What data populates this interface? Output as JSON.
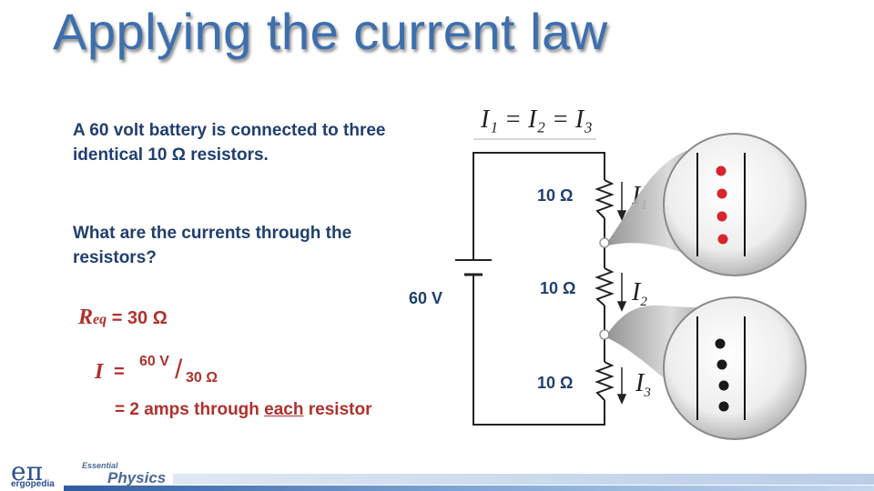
{
  "slide": {
    "title": "Applying the current law",
    "problem_line1": "A 60 volt battery is connected to three identical 10 Ω resistors.",
    "problem_line2": "What are the currents through the resistors?",
    "req_symbol": "R",
    "req_sub": "eq",
    "req_value": "= 30 Ω",
    "i_symbol": "I",
    "i_equals": "=",
    "i_numerator": "60 V",
    "i_slash": "/",
    "i_denominator": "30 Ω",
    "result_prefix": "= 2 amps through ",
    "result_emph": "each",
    "result_suffix": " resistor"
  },
  "circuit": {
    "equation": "I₁ = I₂ = I₃",
    "battery_label": "60 V",
    "resistor_labels": [
      "10 Ω",
      "10 Ω",
      "10 Ω"
    ],
    "current_labels": [
      "I",
      "I",
      "I"
    ],
    "current_subs": [
      "1",
      "2",
      "3"
    ],
    "charge_color_top": "#d9232d",
    "charge_color_bottom": "#1a1a1a"
  },
  "footer": {
    "logo_symbol": "eπ",
    "logo_text": "ergopedia",
    "series_small": "Essential",
    "series_large": "Physics"
  }
}
